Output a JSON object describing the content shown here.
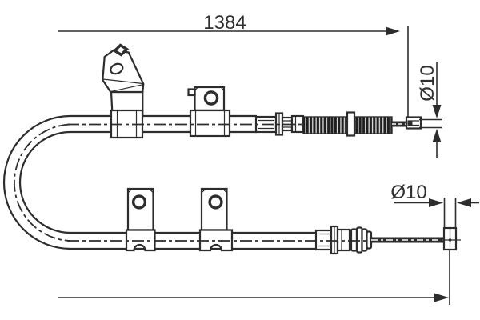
{
  "dimensions": {
    "overall_length": "1384",
    "upper_end_diameter": "Ø10",
    "lower_end_diameter": "Ø10"
  },
  "colors": {
    "line": "#2d2d2d",
    "text": "#303030",
    "background": "#ffffff",
    "dark_fill": "#1f1f1f"
  }
}
